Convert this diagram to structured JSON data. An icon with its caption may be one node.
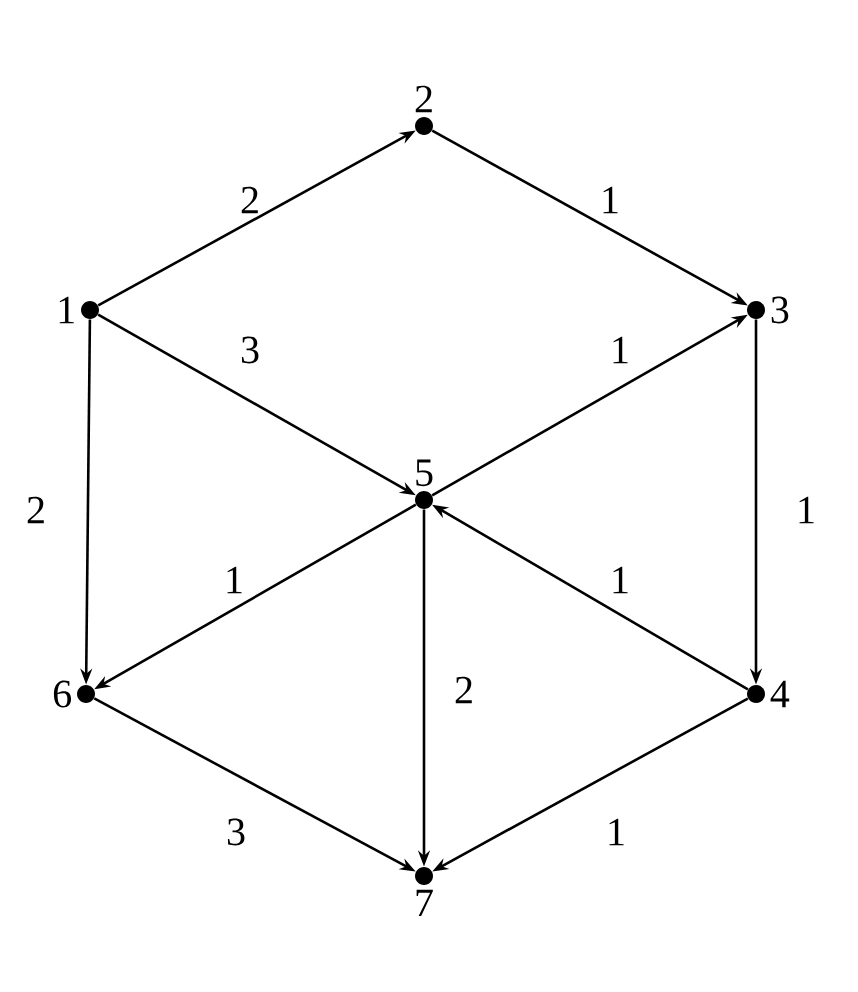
{
  "diagram": {
    "nodes": [
      {
        "text": [
          "1"
        ]
      },
      {
        "text": [
          "2"
        ]
      },
      {
        "text": [
          "3"
        ]
      },
      {
        "text": [
          "4"
        ]
      },
      {
        "text": [
          "5"
        ]
      },
      {
        "text": [
          "6"
        ]
      },
      {
        "text": [
          "7"
        ]
      }
    ],
    "edges": [
      {
        "from": 0,
        "to": 1,
        "arrow": "to",
        "label": "2"
      },
      {
        "from": 1,
        "to": 2,
        "arrow": "to",
        "label": "1"
      },
      {
        "from": 0,
        "to": 4,
        "arrow": "to",
        "label": "3"
      },
      {
        "from": 4,
        "to": 2,
        "arrow": "to",
        "label": "1"
      },
      {
        "from": 0,
        "to": 5,
        "arrow": "to",
        "label": "2"
      },
      {
        "from": 2,
        "to": 3,
        "arrow": "to",
        "label": "1"
      },
      {
        "from": 4,
        "to": 5,
        "arrow": "to",
        "label": "1"
      },
      {
        "from": 3,
        "to": 4,
        "arrow": "to",
        "label": "1"
      },
      {
        "from": 4,
        "to": 6,
        "arrow": "to",
        "label": "2"
      },
      {
        "from": 5,
        "to": 6,
        "arrow": "to",
        "label": "3"
      },
      {
        "from": 3,
        "to": 6,
        "arrow": "to",
        "label": "1"
      }
    ]
  }
}
